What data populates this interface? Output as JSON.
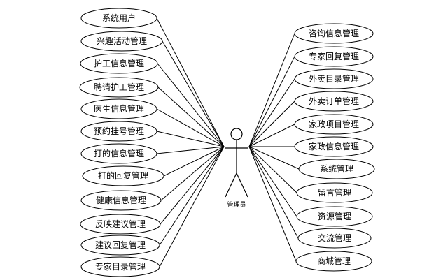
{
  "actor": {
    "label": "管理员"
  },
  "left_use_cases": [
    "系统用户",
    "兴趣活动管理",
    "护工信息管理",
    "聘请护工管理",
    "医生信息管理",
    "预约挂号管理",
    "打的信息管理",
    "打的回复管理",
    "健康信息管理",
    "反映建议管理",
    "建议回复管理",
    "专家目录管理"
  ],
  "right_use_cases": [
    "咨询信息管理",
    "专家回复管理",
    "外卖目录管理",
    "外卖订单管理",
    "家政项目管理",
    "家政信息管理",
    "系统管理",
    "留言管理",
    "资源管理",
    "交流管理",
    "商城管理"
  ]
}
